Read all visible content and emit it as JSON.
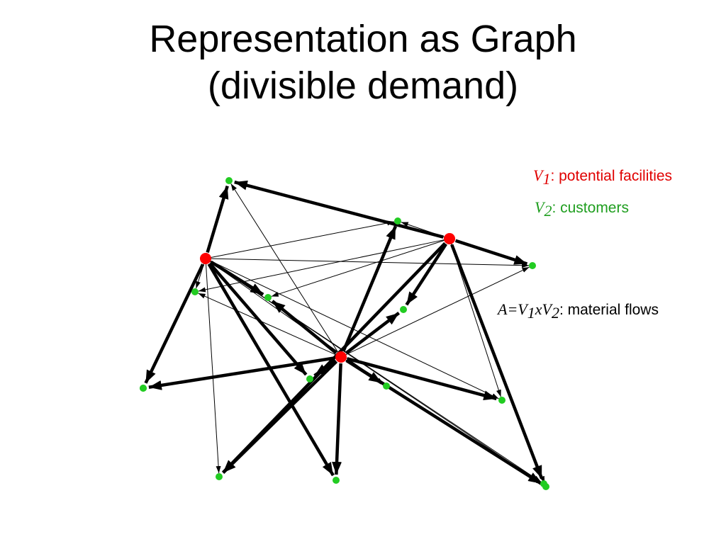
{
  "slide": {
    "title_line1": "Representation as Graph",
    "title_line2": "(divisible demand)"
  },
  "legend": {
    "v1": {
      "symbol": "V",
      "sub": "1",
      "text": ": potential facilities",
      "color": "#e00000"
    },
    "v2": {
      "symbol": "V",
      "sub": "2",
      "text": ": customers",
      "color": "#1f9e1f"
    },
    "a": {
      "prefix": "A=V",
      "sub1": "1",
      "mid": "xV",
      "sub2": "2",
      "text": ": material flows"
    }
  },
  "colors": {
    "facility": "#ff0000",
    "customer": "#22cc22",
    "edge": "#000000"
  },
  "nodes": {
    "facilities": [
      "F1",
      "F2",
      "F3"
    ],
    "customers": [
      "C1",
      "C2",
      "C3",
      "C4",
      "C5",
      "C6",
      "C7",
      "C8",
      "C9",
      "C10",
      "C11",
      "C12",
      "C13",
      "C14"
    ]
  },
  "edges": [
    {
      "from": "F2",
      "to": "C1",
      "weight": "heavy"
    },
    {
      "from": "F2",
      "to": "C3",
      "weight": "heavy"
    },
    {
      "from": "F2",
      "to": "C6",
      "weight": "heavy"
    },
    {
      "from": "F2",
      "to": "C11",
      "weight": "heavy"
    },
    {
      "from": "F2",
      "to": "C14",
      "weight": "heavy"
    },
    {
      "from": "F2",
      "to": "C2",
      "weight": "light"
    },
    {
      "from": "F2",
      "to": "C4",
      "weight": "light"
    },
    {
      "from": "F2",
      "to": "C5",
      "weight": "light"
    },
    {
      "from": "F2",
      "to": "C10",
      "weight": "light"
    },
    {
      "from": "F2",
      "to": "C13",
      "weight": "light"
    },
    {
      "from": "F1",
      "to": "C1",
      "weight": "heavy"
    },
    {
      "from": "F1",
      "to": "C8",
      "weight": "heavy"
    },
    {
      "from": "F1",
      "to": "C12",
      "weight": "heavy"
    },
    {
      "from": "F1",
      "to": "C5",
      "weight": "heavy"
    },
    {
      "from": "F1",
      "to": "C4",
      "weight": "light"
    },
    {
      "from": "F1",
      "to": "C3",
      "weight": "light"
    },
    {
      "from": "F1",
      "to": "C2",
      "weight": "light"
    },
    {
      "from": "F1",
      "to": "C9",
      "weight": "light"
    },
    {
      "from": "F1",
      "to": "C10",
      "weight": "light"
    },
    {
      "from": "F1",
      "to": "C13",
      "weight": "light"
    },
    {
      "from": "F1",
      "to": "C14",
      "weight": "light"
    },
    {
      "from": "F1",
      "to": "C11",
      "weight": "light"
    },
    {
      "from": "F3",
      "to": "C2",
      "weight": "heavy"
    },
    {
      "from": "F3",
      "to": "C6",
      "weight": "heavy"
    },
    {
      "from": "F3",
      "to": "C8",
      "weight": "heavy"
    },
    {
      "from": "F3",
      "to": "C9",
      "weight": "heavy"
    },
    {
      "from": "F3",
      "to": "C10",
      "weight": "heavy"
    },
    {
      "from": "F3",
      "to": "C11",
      "weight": "heavy"
    },
    {
      "from": "F3",
      "to": "C12",
      "weight": "heavy"
    },
    {
      "from": "F3",
      "to": "C13",
      "weight": "heavy"
    },
    {
      "from": "F3",
      "to": "C5",
      "weight": "heavy"
    },
    {
      "from": "F3",
      "to": "C1",
      "weight": "light"
    },
    {
      "from": "F3",
      "to": "C3",
      "weight": "light"
    },
    {
      "from": "F3",
      "to": "C4",
      "weight": "light"
    },
    {
      "from": "F3",
      "to": "C14",
      "weight": "light"
    }
  ]
}
